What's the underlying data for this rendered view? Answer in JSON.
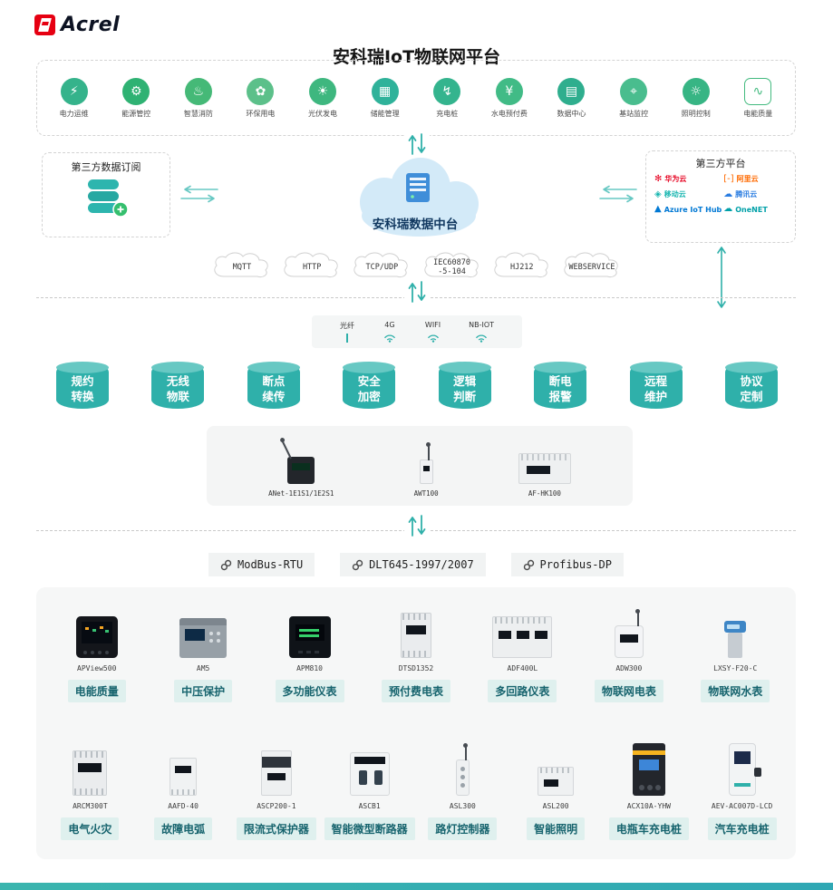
{
  "theme": {
    "accent": "#2fb0aa",
    "accent-light": "#67c8c3",
    "brand-red": "#e60012",
    "chip-bg": "#dff0ee",
    "chip-text": "#17646e",
    "cloud-fill": "#d3eaf8",
    "cloud-text": "#10375f",
    "app-green": "#3bb57e"
  },
  "brand": {
    "name": "Acrel"
  },
  "title": "安科瑞IoT物联网平台",
  "apps": [
    {
      "label": "电力运维",
      "glyph": "⚡",
      "color": "#35b38b"
    },
    {
      "label": "能源管控",
      "glyph": "⚙",
      "color": "#2fb273"
    },
    {
      "label": "智慧消防",
      "glyph": "♨",
      "color": "#45b977"
    },
    {
      "label": "环保用电",
      "glyph": "✿",
      "color": "#5cc08a"
    },
    {
      "label": "光伏发电",
      "glyph": "☀",
      "color": "#3eb77f"
    },
    {
      "label": "储能管理",
      "glyph": "▦",
      "color": "#2fb29a"
    },
    {
      "label": "充电桩",
      "glyph": "↯",
      "color": "#34b48e"
    },
    {
      "label": "水电预付费",
      "glyph": "¥",
      "color": "#41bb86"
    },
    {
      "label": "数据中心",
      "glyph": "▤",
      "color": "#2fae8e"
    },
    {
      "label": "基站监控",
      "glyph": "⌖",
      "color": "#49bd8e"
    },
    {
      "label": "照明控制",
      "glyph": "☼",
      "color": "#37b584"
    },
    {
      "label": "电能质量",
      "glyph": "∿",
      "color": "#43ba7f"
    }
  ],
  "exchange": {
    "subscribe_box": {
      "title": "第三方数据订阅"
    },
    "cloud": {
      "label": "安科瑞数据中台"
    },
    "platform_box": {
      "title": "第三方平台",
      "vendors": [
        {
          "name": "华为云",
          "glyph": "✻",
          "color": "#e6001f"
        },
        {
          "name": "阿里云",
          "glyph": "[-]",
          "color": "#ff6a00"
        },
        {
          "name": "移动云",
          "glyph": "◈",
          "color": "#18b6b0"
        },
        {
          "name": "腾讯云",
          "glyph": "☁",
          "color": "#2b7de1"
        },
        {
          "name": "Azure IoT Hub",
          "glyph": "▲",
          "color": "#0078d4"
        },
        {
          "name": "OneNET",
          "glyph": "☁",
          "color": "#00a0a8"
        }
      ]
    }
  },
  "protocol_clouds": [
    "MQTT",
    "HTTP",
    "TCP/UDP",
    "IEC60870\n-5-104",
    "HJ212",
    "WEBSERVICE"
  ],
  "links": [
    {
      "label": "光纤"
    },
    {
      "label": "4G"
    },
    {
      "label": "WIFI"
    },
    {
      "label": "NB-IOT"
    }
  ],
  "features": [
    "规约\n转换",
    "无线\n物联",
    "断点\n续传",
    "安全\n加密",
    "逻辑\n判断",
    "断电\n报警",
    "远程\n维护",
    "协议\n定制"
  ],
  "gateways": [
    {
      "model": "ANet-1E1S1/1E2S1"
    },
    {
      "model": "AWT100"
    },
    {
      "model": "AF-HK100"
    }
  ],
  "bus_protocols": [
    {
      "label": "ModBus-RTU"
    },
    {
      "label": "DLT645-1997/2007"
    },
    {
      "label": "Profibus-DP"
    }
  ],
  "products_row1": [
    {
      "model": "APView500",
      "category": "电能质量"
    },
    {
      "model": "AM5",
      "category": "中压保护"
    },
    {
      "model": "APM810",
      "category": "多功能仪表"
    },
    {
      "model": "DTSD1352",
      "category": "预付费电表"
    },
    {
      "model": "ADF400L",
      "category": "多回路仪表"
    },
    {
      "model": "ADW300",
      "category": "物联网电表"
    },
    {
      "model": "LXSY-F20-C",
      "category": "物联网水表"
    }
  ],
  "products_row2": [
    {
      "model": "ARCM300T",
      "category": "电气火灾"
    },
    {
      "model": "AAFD-40",
      "category": "故障电弧"
    },
    {
      "model": "ASCP200-1",
      "category": "限流式保护器"
    },
    {
      "model": "ASCB1",
      "category": "智能微型断路器"
    },
    {
      "model": "ASL300",
      "category": "路灯控制器"
    },
    {
      "model": "ASL200",
      "category": "智能照明"
    },
    {
      "model": "ACX10A-YHW",
      "category": "电瓶车充电桩"
    },
    {
      "model": "AEV-AC007D-LCD",
      "category": "汽车充电桩"
    }
  ]
}
